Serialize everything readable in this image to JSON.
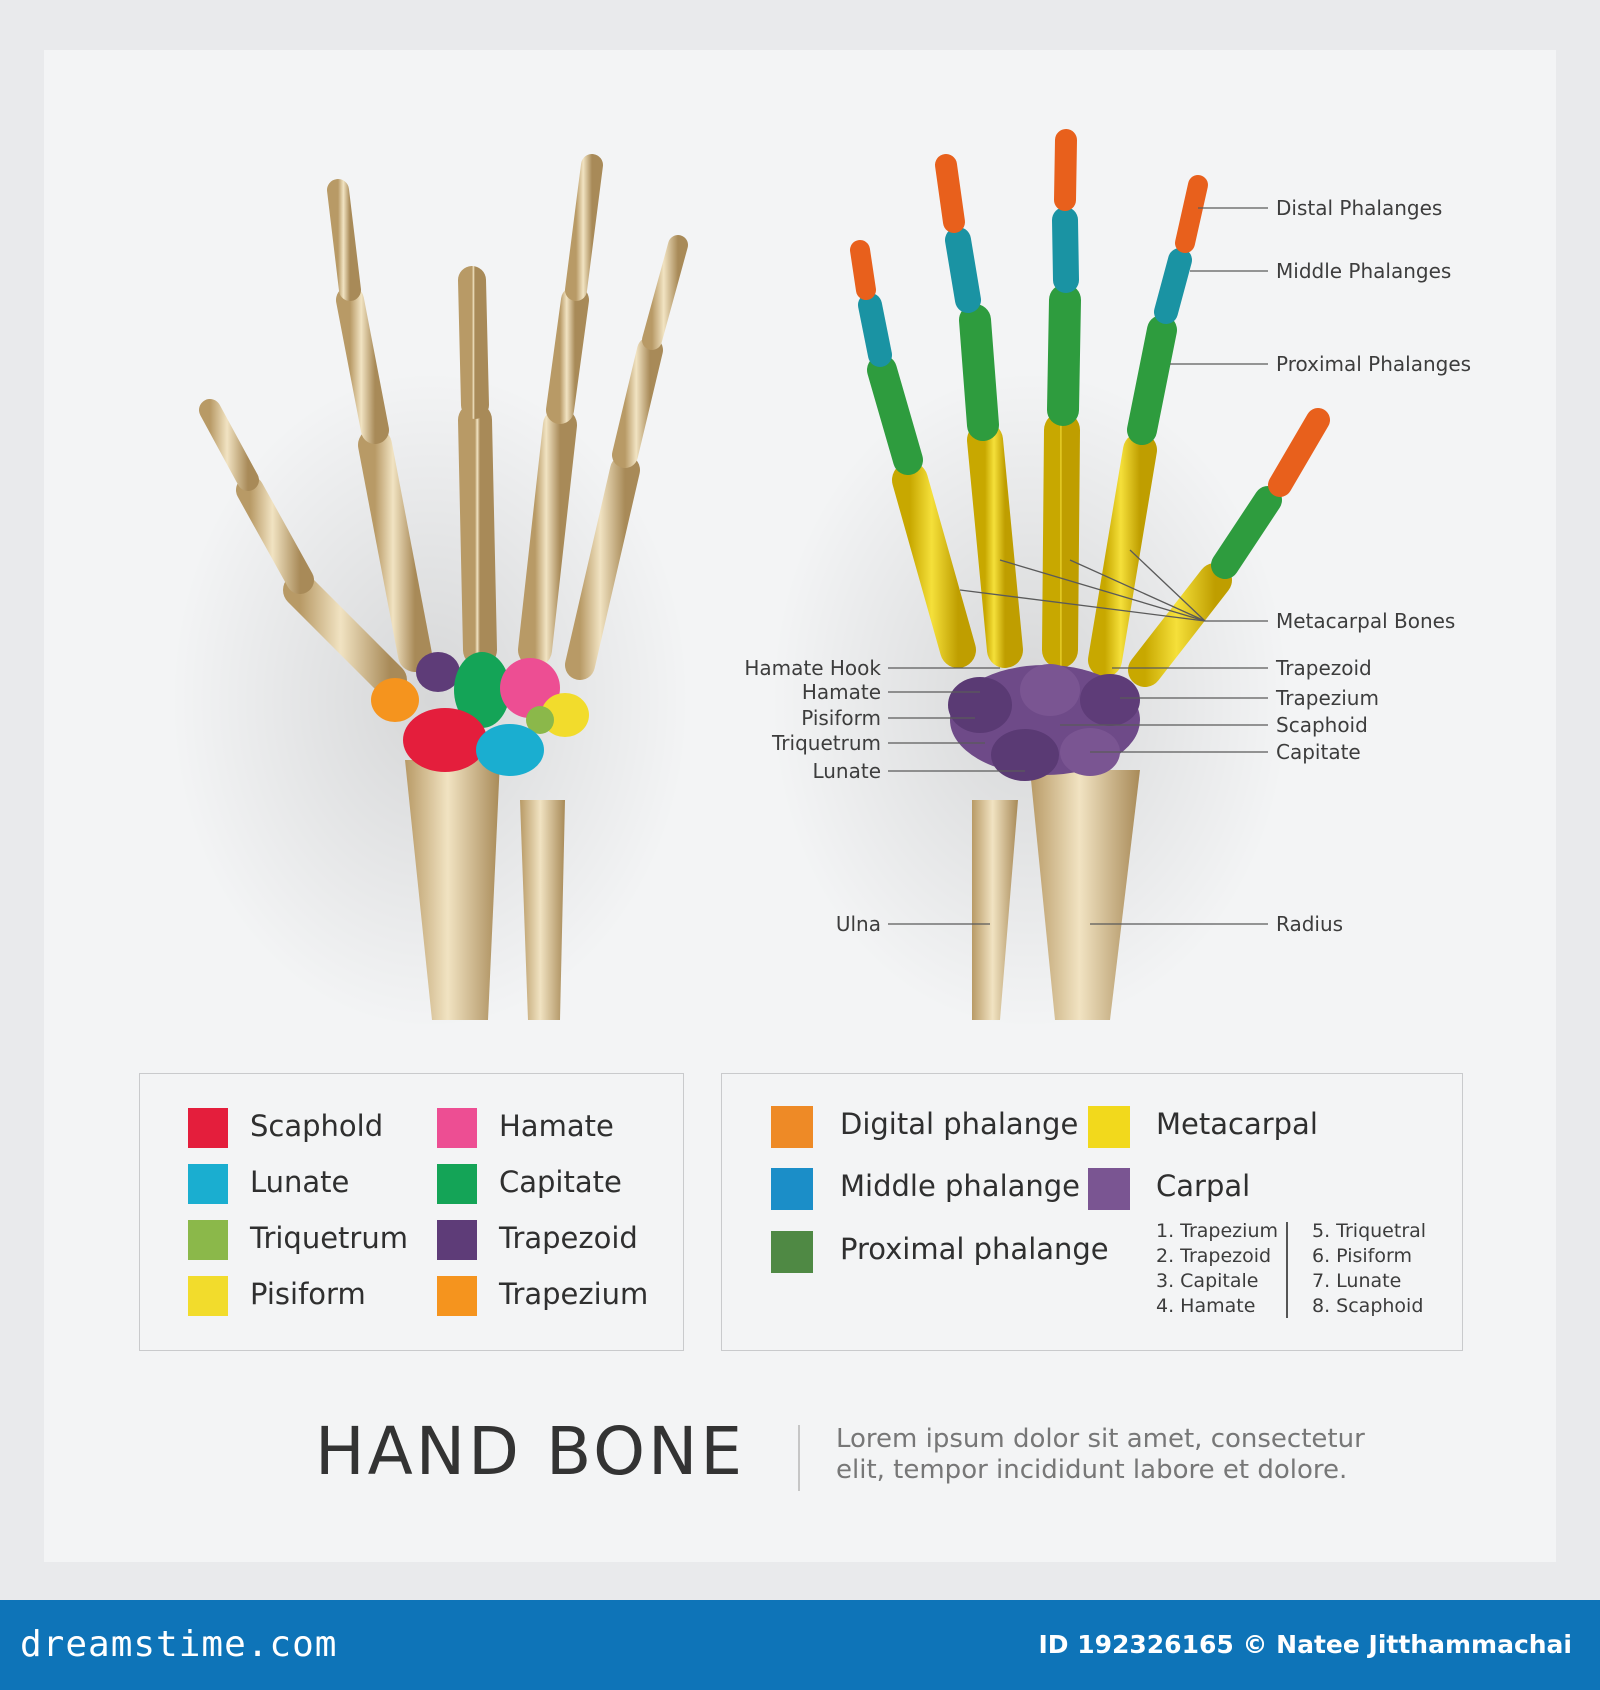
{
  "title": "HAND BONE",
  "description_line1": "Lorem ipsum dolor sit amet, consectetur",
  "description_line2": "elit, tempor incididunt labore et dolore.",
  "right_labels": {
    "distal": "Distal Phalanges",
    "middle": "Middle Phalanges",
    "proximal": "Proximal Phalanges",
    "metacarpal": "Metacarpal Bones",
    "trapezoid": "Trapezoid",
    "trapezium": "Trapezium",
    "scaphoid": "Scaphoid",
    "capitate": "Capitate",
    "radius": "Radius"
  },
  "left_labels": {
    "hamate_hook": "Hamate Hook",
    "hamate": "Hamate",
    "pisiform": "Pisiform",
    "triquetrum": "Triquetrum",
    "lunate": "Lunate",
    "ulna": "Ulna"
  },
  "legend1": [
    {
      "label": "Scaphold",
      "color": "#e41e3c"
    },
    {
      "label": "Lunate",
      "color": "#1aaed0"
    },
    {
      "label": "Triquetrum",
      "color": "#8bb84a"
    },
    {
      "label": "Pisiform",
      "color": "#f2dc2c"
    },
    {
      "label": "Hamate",
      "color": "#ed4e93"
    },
    {
      "label": "Capitate",
      "color": "#14a457"
    },
    {
      "label": "Trapezoid",
      "color": "#5e3c78"
    },
    {
      "label": "Trapezium",
      "color": "#f5941e"
    }
  ],
  "legend2": [
    {
      "label": "Digital phalange",
      "color": "#ee8a26"
    },
    {
      "label": "Middle phalange",
      "color": "#1b8ec8"
    },
    {
      "label": "Proximal phalange",
      "color": "#4f8944"
    },
    {
      "label": "Metacarpal",
      "color": "#f2d91c"
    },
    {
      "label": "Carpal",
      "color": "#7a5592"
    }
  ],
  "carpal_list": {
    "col1": [
      "1. Trapezium",
      "2. Trapezoid",
      "3. Capitale",
      "4. Hamate"
    ],
    "col2": [
      "5. Triquetral",
      "6. Pisiform",
      "7. Lunate",
      "8. Scaphoid"
    ]
  },
  "footer": {
    "brand": "dreamstime.com",
    "id_text": "ID 192326165 © Natee Jitthammachai"
  }
}
